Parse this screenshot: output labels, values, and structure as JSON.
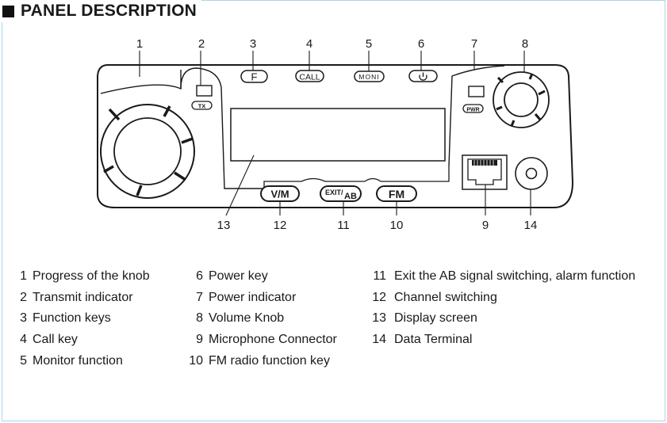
{
  "title": "PANEL DESCRIPTION",
  "panel": {
    "buttons": {
      "f": "F",
      "call": "CALL",
      "moni": "MONI",
      "vm": "V/M",
      "exit": "EXIT/",
      "ab": "AB",
      "fm": "FM"
    },
    "indicators": {
      "tx": "TX",
      "pwr": "PWR"
    },
    "callouts": {
      "c1": "1",
      "c2": "2",
      "c3": "3",
      "c4": "4",
      "c5": "5",
      "c6": "6",
      "c7": "7",
      "c8": "8",
      "c9": "9",
      "c10": "10",
      "c11": "11",
      "c12": "12",
      "c13": "13",
      "c14": "14"
    }
  },
  "legend": {
    "col1": [
      {
        "num": "1",
        "text": "Progress of the knob"
      },
      {
        "num": "2",
        "text": "Transmit indicator"
      },
      {
        "num": "3",
        "text": "Function keys"
      },
      {
        "num": "4",
        "text": "Call key"
      },
      {
        "num": "5",
        "text": "Monitor function"
      }
    ],
    "col2": [
      {
        "num": "6",
        "text": "Power key"
      },
      {
        "num": "7",
        "text": "Power indicator"
      },
      {
        "num": "8",
        "text": "Volume Knob"
      },
      {
        "num": "9",
        "text": "Microphone Connector"
      },
      {
        "num": "10",
        "text": "FM radio function key"
      }
    ],
    "col3": [
      {
        "num": "11",
        "text": "Exit the AB signal switching, alarm function"
      },
      {
        "num": "12",
        "text": "Channel switching"
      },
      {
        "num": "13",
        "text": "Display screen"
      },
      {
        "num": "14",
        "text": "Data Terminal"
      }
    ]
  }
}
